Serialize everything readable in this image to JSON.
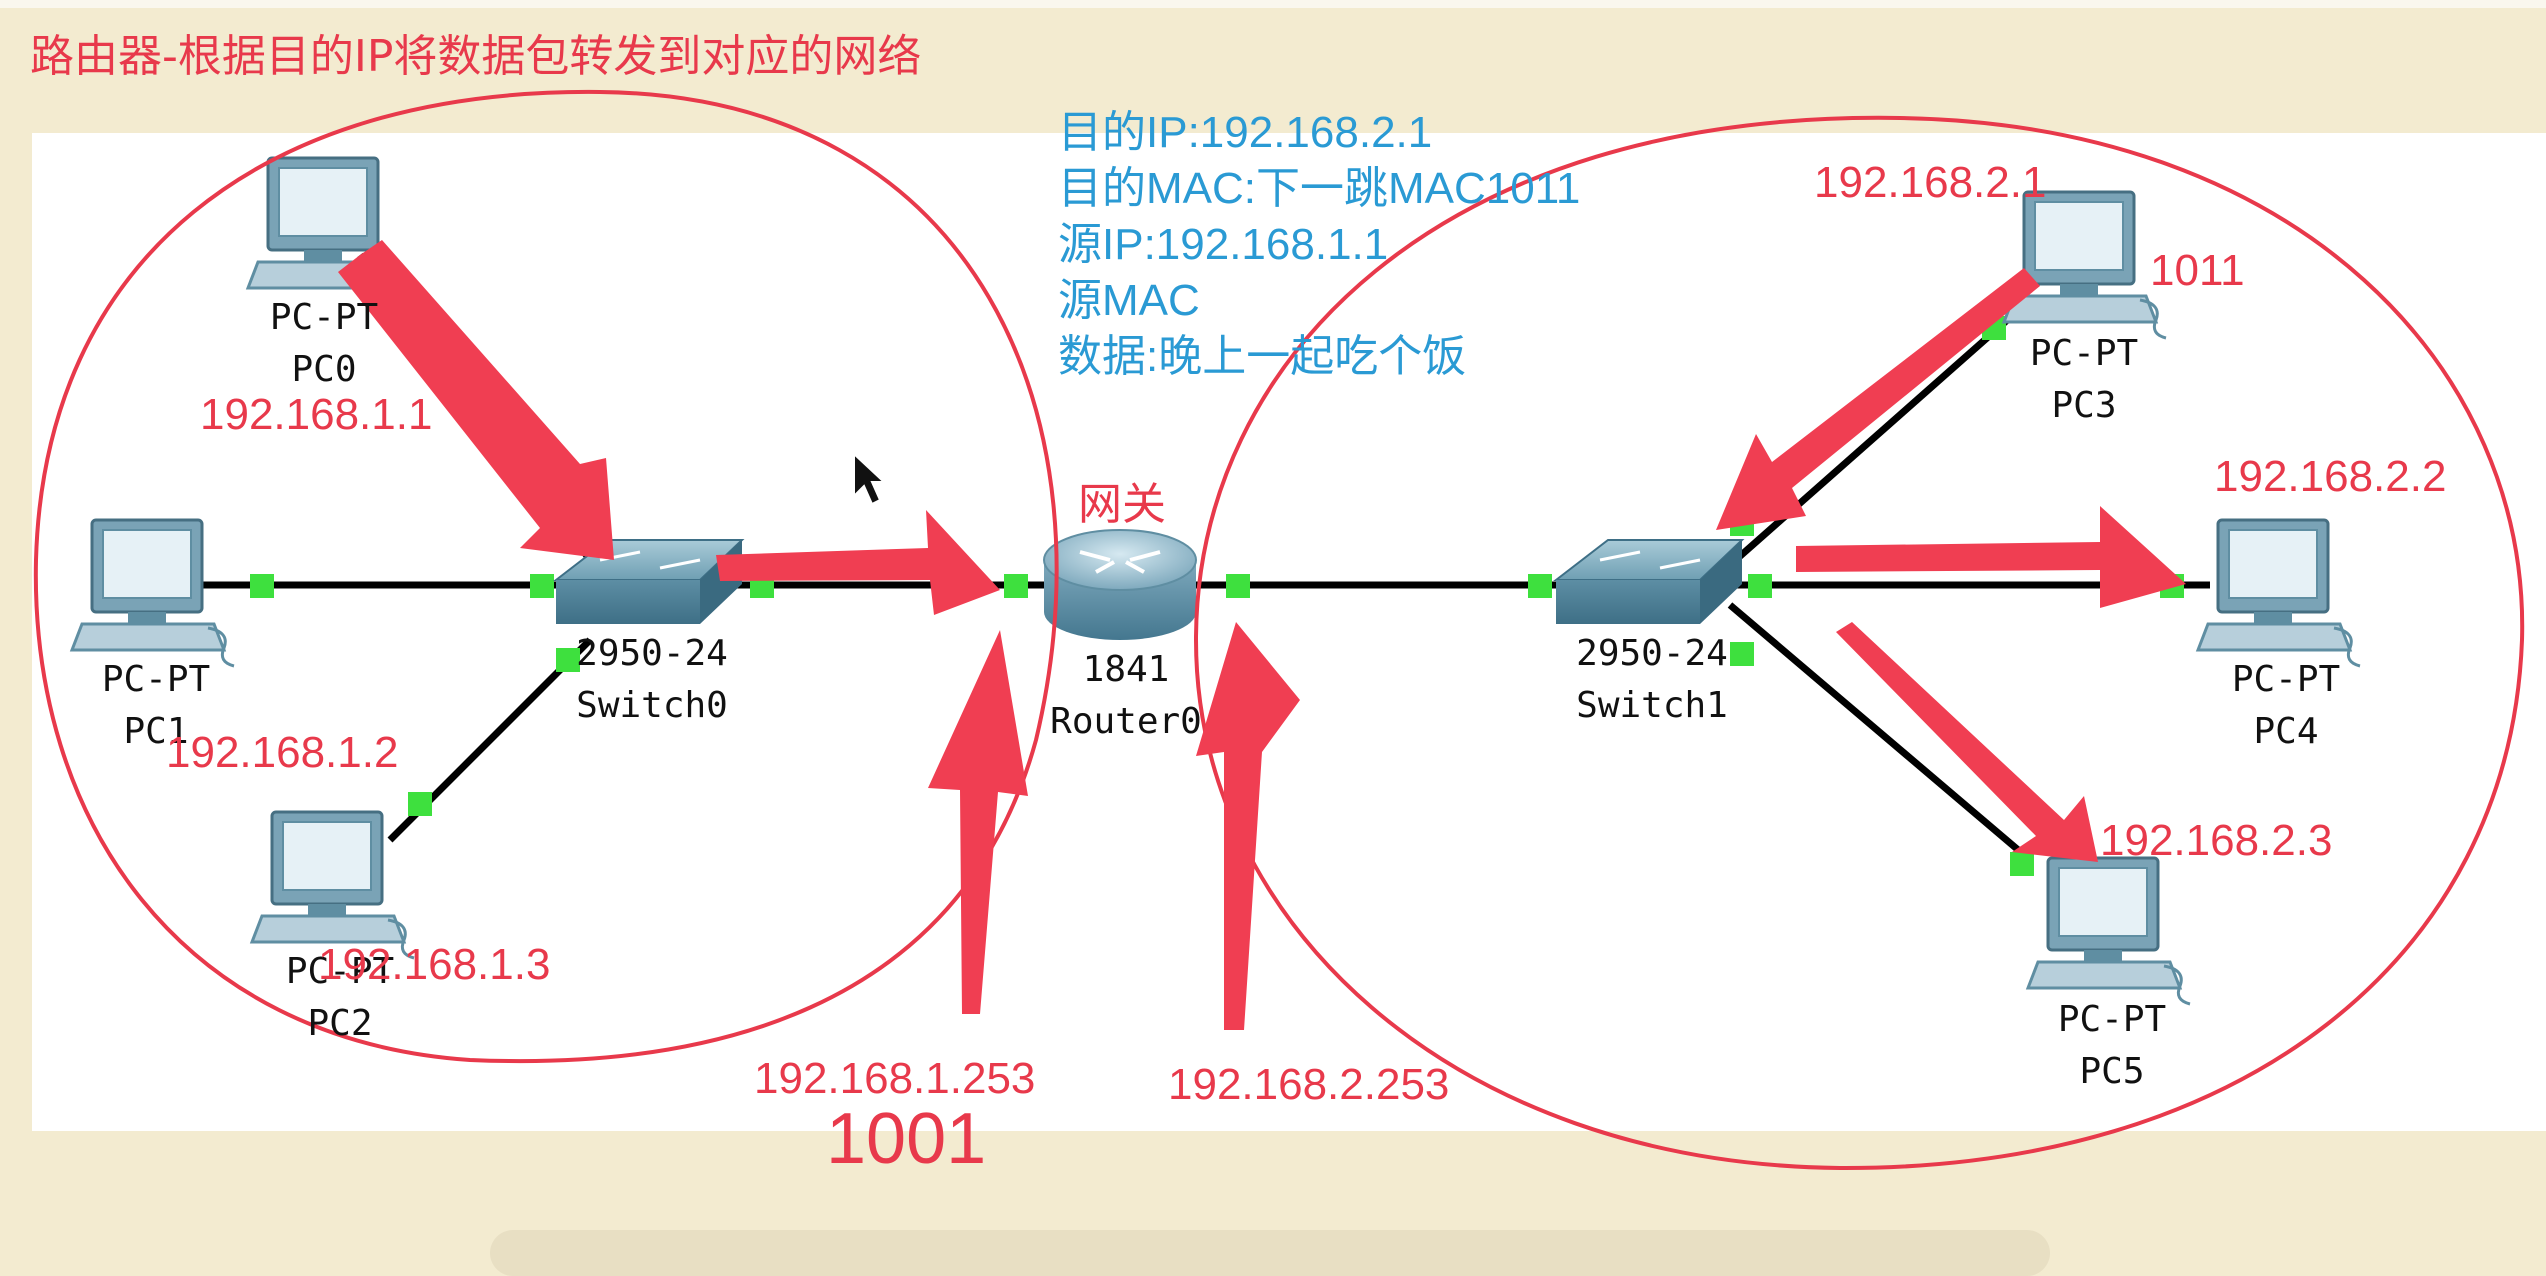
{
  "title": "路由器-根据目的IP将数据包转发到对应的网络",
  "packet": {
    "dst_ip": "目的IP:192.168.2.1",
    "dst_mac": "目的MAC:下一跳MAC1011",
    "src_ip": "源IP:192.168.1.1",
    "src_mac": "源MAC",
    "payload": "数据:晚上一起吃个饭"
  },
  "gateway_label": "网关",
  "devices": {
    "pc0": {
      "model": "PC-PT",
      "name": "PC0"
    },
    "pc1": {
      "model": "PC-PT",
      "name": "PC1"
    },
    "pc2": {
      "model": "PC-PT",
      "name": "PC2"
    },
    "pc3": {
      "model": "PC-PT",
      "name": "PC3"
    },
    "pc4": {
      "model": "PC-PT",
      "name": "PC4"
    },
    "pc5": {
      "model": "PC-PT",
      "name": "PC5"
    },
    "switch0": {
      "model": "2950-24",
      "name": "Switch0"
    },
    "switch1": {
      "model": "2950-24",
      "name": "Switch1"
    },
    "router0": {
      "model": "1841",
      "name": "Router0"
    }
  },
  "ips": {
    "pc0": "192.168.1.1",
    "pc1": "192.168.1.2",
    "pc2": "192.168.1.3",
    "pc3": "192.168.2.1",
    "pc4": "192.168.2.2",
    "pc5": "192.168.2.3",
    "router_left": "192.168.1.253",
    "router_right": "192.168.2.253"
  },
  "macs": {
    "router_left": "1001",
    "pc3": "1011"
  },
  "colors": {
    "annotation": "#e8394b",
    "packet_text": "#2a9ad4",
    "link": "#000000",
    "port": "#3ee03e",
    "background": "#f3ebd0"
  }
}
